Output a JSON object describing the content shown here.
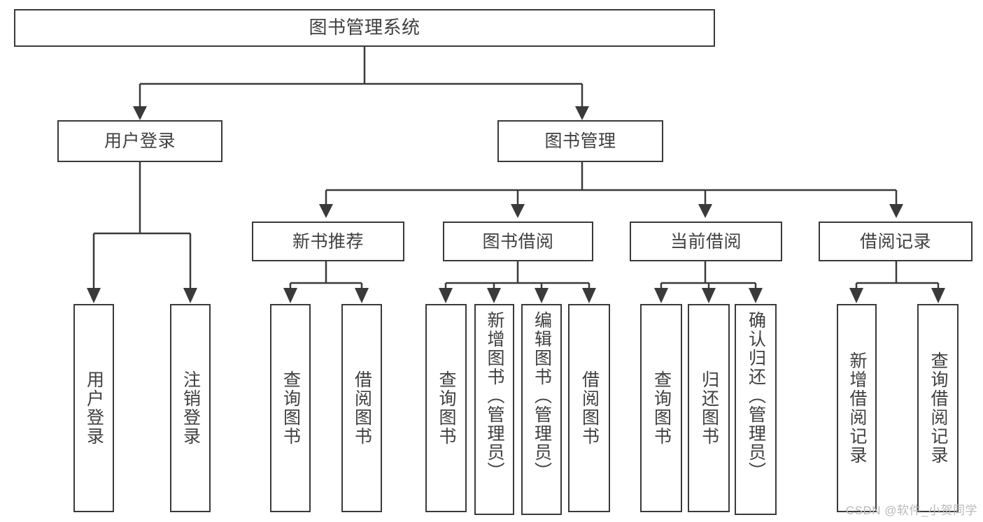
{
  "diagram": {
    "type": "tree-hierarchy-chart",
    "title": "图书管理系统",
    "root": {
      "id": "root",
      "label": "图书管理系统",
      "orientation": "horizontal"
    },
    "level1": [
      {
        "id": "user-login",
        "label": "用户登录",
        "orientation": "horizontal"
      },
      {
        "id": "book-management",
        "label": "图书管理",
        "orientation": "horizontal"
      }
    ],
    "level2": [
      {
        "id": "new-book-recommend",
        "label": "新书推荐",
        "orientation": "horizontal",
        "parent": "book-management"
      },
      {
        "id": "book-borrow",
        "label": "图书借阅",
        "orientation": "horizontal",
        "parent": "book-management"
      },
      {
        "id": "current-borrow",
        "label": "当前借阅",
        "orientation": "horizontal",
        "parent": "book-management"
      },
      {
        "id": "borrow-record",
        "label": "借阅记录",
        "orientation": "horizontal",
        "parent": "book-management"
      }
    ],
    "leaves": {
      "user_login": [
        {
          "id": "leaf-user-login",
          "label": "用户登录"
        },
        {
          "id": "leaf-logout-login",
          "label": "注销登录"
        }
      ],
      "new_book_recommend": [
        {
          "id": "leaf-query-book-1",
          "label": "查询图书"
        },
        {
          "id": "leaf-borrow-book-1",
          "label": "借阅图书"
        }
      ],
      "book_borrow": [
        {
          "id": "leaf-query-book-2",
          "label": "查询图书"
        },
        {
          "id": "leaf-add-book-admin",
          "label": "新增图书（管理员）"
        },
        {
          "id": "leaf-edit-book-admin",
          "label": "编辑图书（管理员）"
        },
        {
          "id": "leaf-borrow-book-2",
          "label": "借阅图书"
        }
      ],
      "current_borrow": [
        {
          "id": "leaf-query-book-3",
          "label": "查询图书"
        },
        {
          "id": "leaf-return-book",
          "label": "归还图书"
        },
        {
          "id": "leaf-confirm-return-admin",
          "label": "确认归还（管理员）"
        }
      ],
      "borrow_record": [
        {
          "id": "leaf-add-borrow-record",
          "label": "新增借阅记录"
        },
        {
          "id": "leaf-query-borrow-record",
          "label": "查询借阅记录"
        }
      ]
    }
  },
  "watermark": {
    "text": "CSDN @软件_小贺同学"
  },
  "colors": {
    "stroke": "#3a3a3a",
    "text": "#3f3f3f",
    "background": "#ffffff",
    "watermark": "#b9b9b9"
  }
}
